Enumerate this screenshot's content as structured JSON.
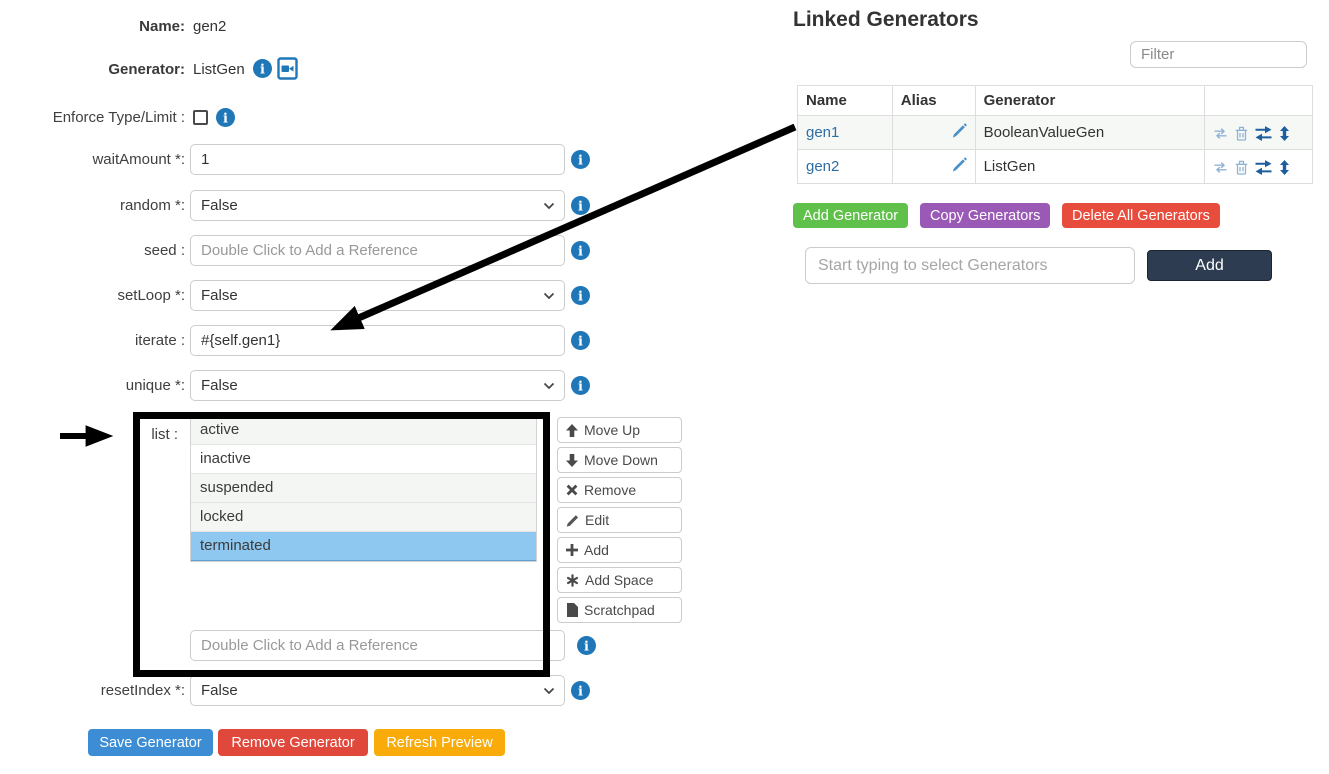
{
  "form": {
    "name_label": "Name:",
    "name_value": "gen2",
    "generator_label": "Generator:",
    "generator_value": "ListGen",
    "enforce_label": "Enforce Type/Limit :",
    "fields": {
      "waitAmount": {
        "label": "waitAmount *:",
        "value": "1"
      },
      "random": {
        "label": "random *:",
        "value": "False"
      },
      "seed": {
        "label": "seed :",
        "placeholder": "Double Click to Add a Reference"
      },
      "setLoop": {
        "label": "setLoop *:",
        "value": "False"
      },
      "iterate": {
        "label": "iterate :",
        "value": "#{self.gen1}"
      },
      "unique": {
        "label": "unique *:",
        "value": "False"
      },
      "resetIndex": {
        "label": "resetIndex *:",
        "value": "False"
      }
    },
    "list": {
      "label": "list :",
      "items": [
        "active",
        "inactive",
        "suspended",
        "locked",
        "terminated"
      ],
      "selected_item": "terminated",
      "reference_placeholder": "Double Click to Add a Reference",
      "buttons": [
        "Move Up",
        "Move Down",
        "Remove",
        "Edit",
        "Add",
        "Add Space",
        "Scratchpad"
      ]
    },
    "actions": {
      "save": "Save Generator",
      "remove": "Remove Generator",
      "refresh": "Refresh Preview"
    }
  },
  "linked": {
    "title": "Linked Generators",
    "filter_placeholder": "Filter",
    "table": {
      "headers": [
        "Name",
        "Alias",
        "Generator"
      ],
      "rows": [
        {
          "name": "gen1",
          "alias": "",
          "generator": "BooleanValueGen"
        },
        {
          "name": "gen2",
          "alias": "",
          "generator": "ListGen"
        }
      ]
    },
    "actions": {
      "add_generator": "Add Generator",
      "copy_generators": "Copy Generators",
      "delete_all": "Delete All Generators"
    },
    "select_placeholder": "Start typing to select Generators",
    "add_button": "Add"
  },
  "colors": {
    "info_blue": "#2077b8",
    "link_blue": "#2e6da4",
    "selected_row_blue": "#8ec8f0",
    "save_blue": "#3c8dd3",
    "remove_red": "#e0483c",
    "refresh_amber": "#f8ab09",
    "add_green": "#5fc04a",
    "copy_purple": "#9b59b6",
    "delete_red": "#e74c3c",
    "add_dark_navy": "#2d3c50",
    "annotation_black": "#000000"
  }
}
